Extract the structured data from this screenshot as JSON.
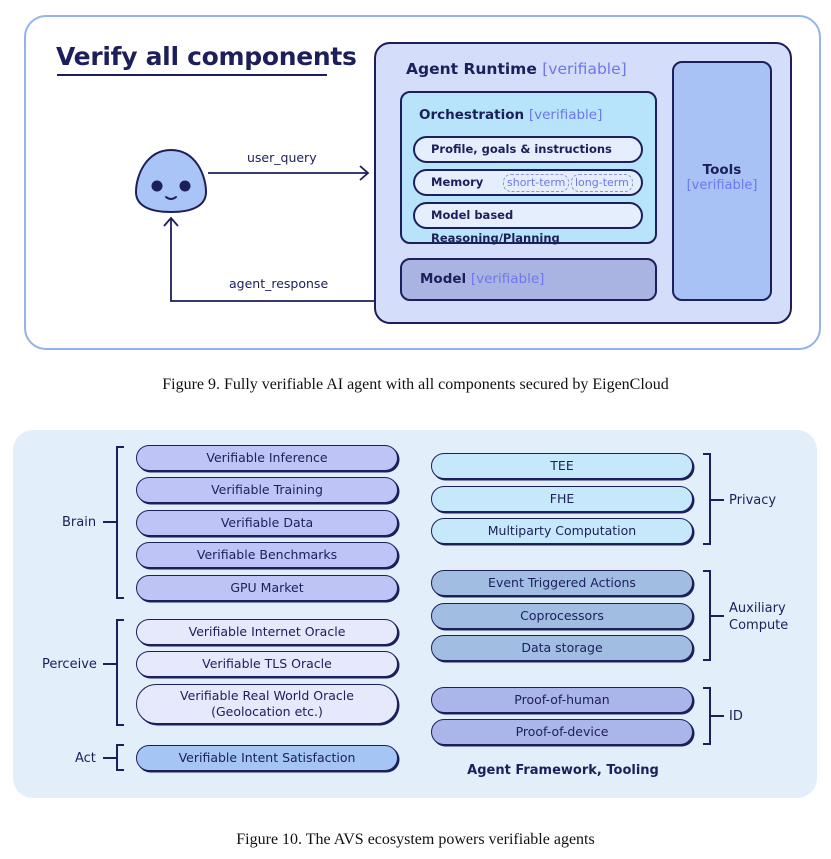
{
  "figure9": {
    "title": "Verify all components",
    "user_query_label": "user_query",
    "agent_response_label": "agent_response",
    "runtime": {
      "name": "Agent Runtime",
      "tag": "[verifiable]"
    },
    "orchestration": {
      "name": "Orchestration",
      "tag": "[verifiable]",
      "items": [
        {
          "label": "Profile, goals & instructions"
        },
        {
          "label": "Memory",
          "tags": [
            "short-term",
            "long-term"
          ]
        },
        {
          "label": "Model based Reasoning/Planning"
        }
      ]
    },
    "model": {
      "name": "Model",
      "tag": "[verifiable]"
    },
    "tools": {
      "name": "Tools",
      "tag": "[verifiable]"
    },
    "caption": "Figure 9. Fully verifiable AI agent with all components secured by EigenCloud"
  },
  "figure10": {
    "left_groups": [
      {
        "label": "Brain",
        "items": [
          "Verifiable Inference",
          "Verifiable Training",
          "Verifiable Data",
          "Verifiable Benchmarks",
          "GPU Market"
        ]
      },
      {
        "label": "Perceive",
        "items": [
          "Verifiable Internet Oracle",
          "Verifiable TLS Oracle",
          "Verifiable Real World Oracle",
          "(Geolocation etc.)"
        ]
      },
      {
        "label": "Act",
        "items": [
          "Verifiable Intent Satisfaction"
        ]
      }
    ],
    "right_groups": [
      {
        "label": "Privacy",
        "items": [
          "TEE",
          "FHE",
          "Multiparty Computation"
        ]
      },
      {
        "label_line1": "Auxiliary",
        "label_line2": "Compute",
        "items": [
          "Event Triggered Actions",
          "Coprocessors",
          "Data storage"
        ]
      },
      {
        "label": "ID",
        "items": [
          "Proof-of-human",
          "Proof-of-device"
        ]
      }
    ],
    "framework_label": "Agent Framework, Tooling",
    "caption": "Figure 10. The AVS ecosystem powers verifiable agents"
  },
  "colors": {
    "navy": "#1c1f5a",
    "verifiable_accent": "#6f76ea",
    "frame_border": "#93b2ee",
    "runtime_bg": "#d4defb",
    "orchestration_bg": "#b7e4fb",
    "model_bg": "#aab4e3",
    "tools_bg": "#a9c2f6",
    "ecosystem_bg": "#e2effb"
  }
}
